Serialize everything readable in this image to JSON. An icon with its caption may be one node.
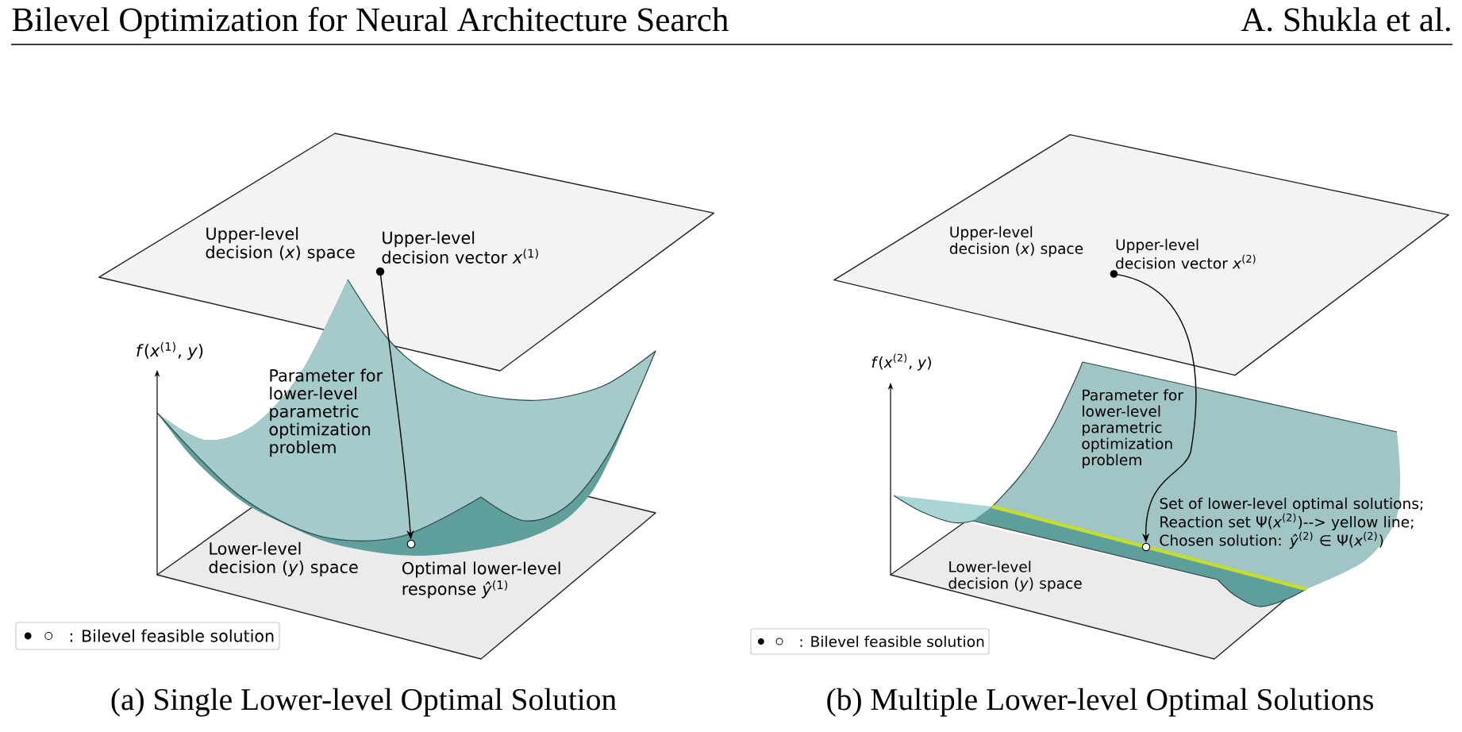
{
  "diagram": {
    "nodes": [
      {
        "text": [
          "Upper-level decision (*x*) space"
        ]
      },
      {
        "text": [],
        "shape": "circle",
        "in": 0,
        "beside": [
          "Upper-level decision vector *x*$^{(1)}$"
        ]
      },
      {
        "text": [
          "Lower-level decision (*y*) space"
        ]
      },
      {
        "text": [],
        "shape": "circle",
        "in": 2,
        "beside": [
          "Optimal lower-level response *ŷ*$^{(1)}$"
        ]
      },
      {
        "text": [
          "Upper-level decision (*x*) space"
        ]
      },
      {
        "text": [],
        "shape": "circle",
        "in": 4,
        "beside": [
          "Upper-level decision vector *x*$^{(2)}$"
        ]
      },
      {
        "text": [
          "Lower-level decision (*y*) space"
        ]
      },
      {
        "text": [],
        "shape": "circle",
        "in": 6,
        "beside": [
          "Set of lower-level optimal solutions; Reaction set Ψ(*x*$^{(2)}$)--> yellow line; Chosen solution: *ŷ*$^{(2)}$ ∈ Ψ(*x*$^{(2)}$)"
        ]
      }
    ],
    "edges": [
      {
        "from": 1,
        "to": 3,
        "arrow": "to"
      },
      {
        "from": 5,
        "to": 7,
        "arrow": "to"
      }
    ],
    "labels": [
      "Bilevel Optimization for Neural Architecture Search",
      "A. Shukla et al.",
      "*f*(*x*$^{(1)}$, *y*)",
      "Parameter for lower-level parametric optimization problem",
      "(a) Single Lower-level Optimal Solution",
      "*f*(*x*$^{(2)}$, *y*)",
      "Parameter for lower-level parametric optimization problem",
      "(b) Multiple Lower-level Optimal Solutions"
    ],
    "legend": [
      {
        "text": ": Bilevel feasible solution"
      },
      {
        "text": ": Bilevel feasible solution"
      }
    ]
  }
}
